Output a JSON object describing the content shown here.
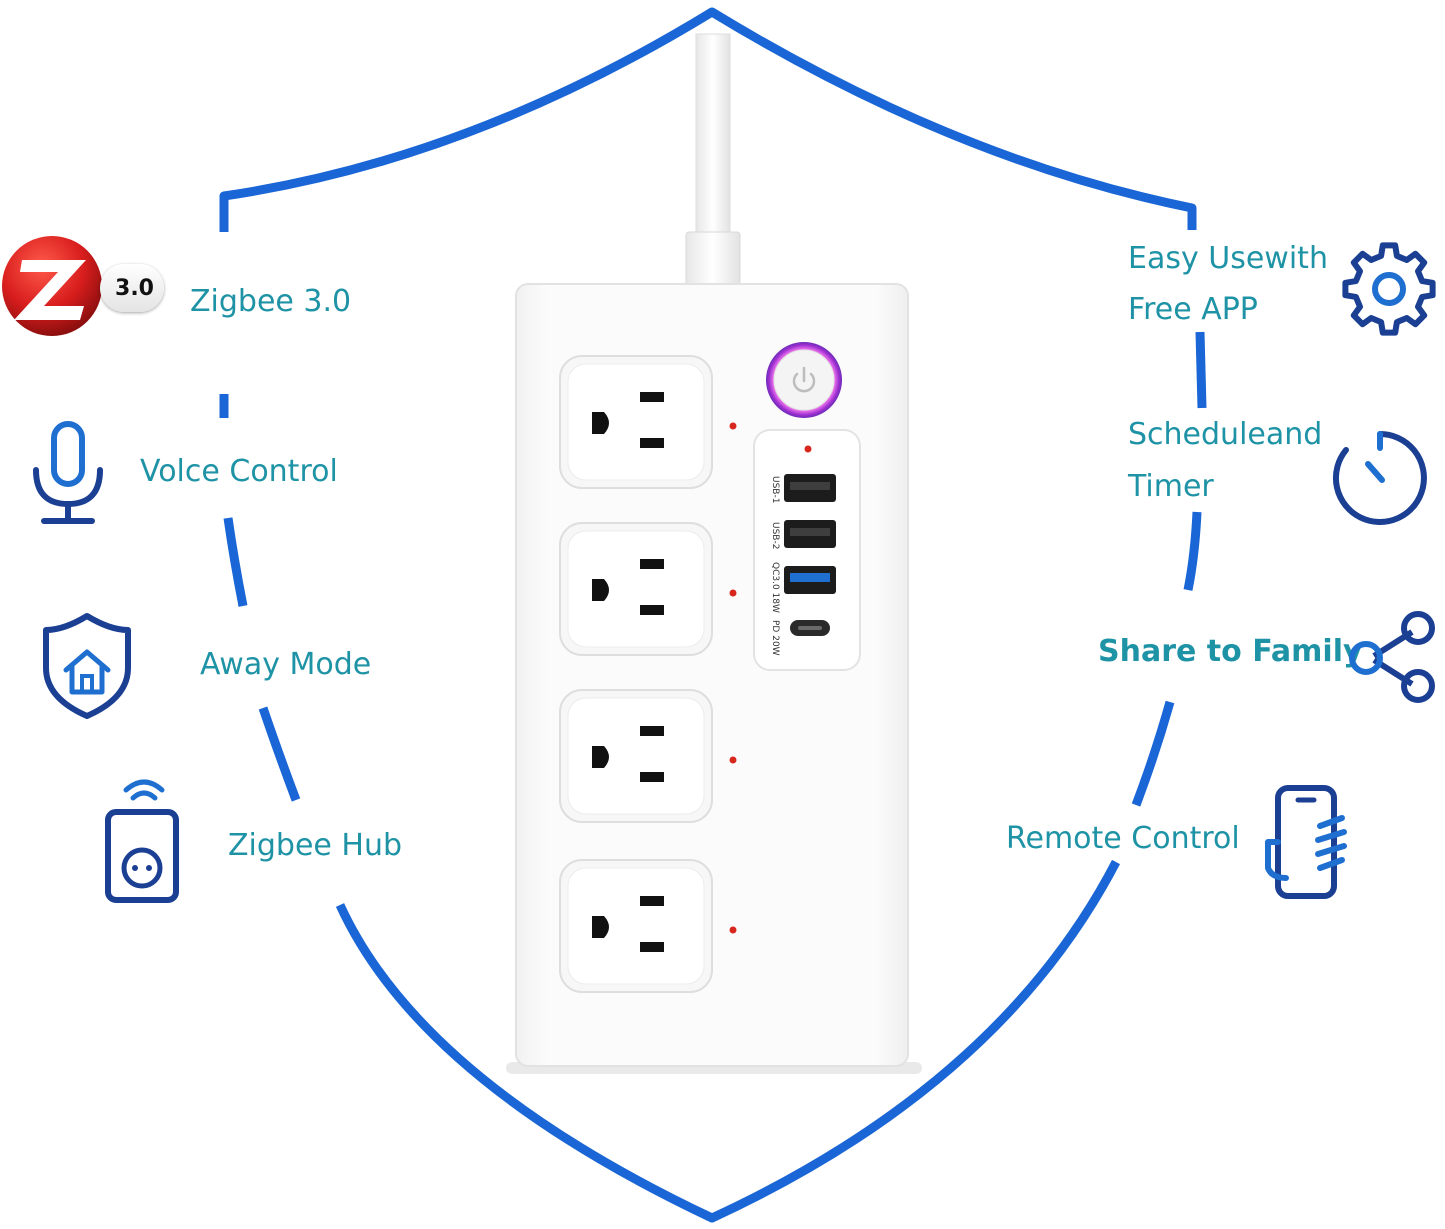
{
  "colors": {
    "shield_outline": "#1a66d6",
    "label_text": "#1f93a6",
    "icon_navy": "#1b3f93",
    "icon_blue": "#1f6fd1",
    "zigbee_red": "#d81d1d",
    "power_ring": "#c13ad6",
    "device_white": "#fbfbfb",
    "indicator_red": "#d8281e"
  },
  "zigbee_badge": {
    "version": "3.0"
  },
  "features_left": [
    {
      "label": "Zigbee 3.0",
      "icon": "zigbee-logo-icon"
    },
    {
      "label": "Volce Control",
      "icon": "microphone-icon"
    },
    {
      "label": "Away Mode",
      "icon": "shield-home-icon"
    },
    {
      "label": "Zigbee Hub",
      "icon": "smart-plug-wifi-icon"
    }
  ],
  "features_right": [
    {
      "label_lines": [
        "Easy Usewith",
        "Free APP"
      ],
      "icon": "gear-icon"
    },
    {
      "label_lines": [
        "Scheduleand",
        "Timer"
      ],
      "icon": "timer-icon"
    },
    {
      "label": "Share to Family",
      "icon": "share-icon"
    },
    {
      "label": "Remote Control",
      "icon": "phone-hand-icon"
    }
  ],
  "device": {
    "name_icon": "power-strip",
    "outlet_count": 4,
    "usb_ports": [
      {
        "label": "USB-1",
        "type": "usb-a"
      },
      {
        "label": "USB-2",
        "type": "usb-a"
      },
      {
        "label": "QC3.0 18W",
        "type": "usb-a-qc"
      },
      {
        "label": "PD 20W",
        "type": "usb-c"
      }
    ]
  }
}
